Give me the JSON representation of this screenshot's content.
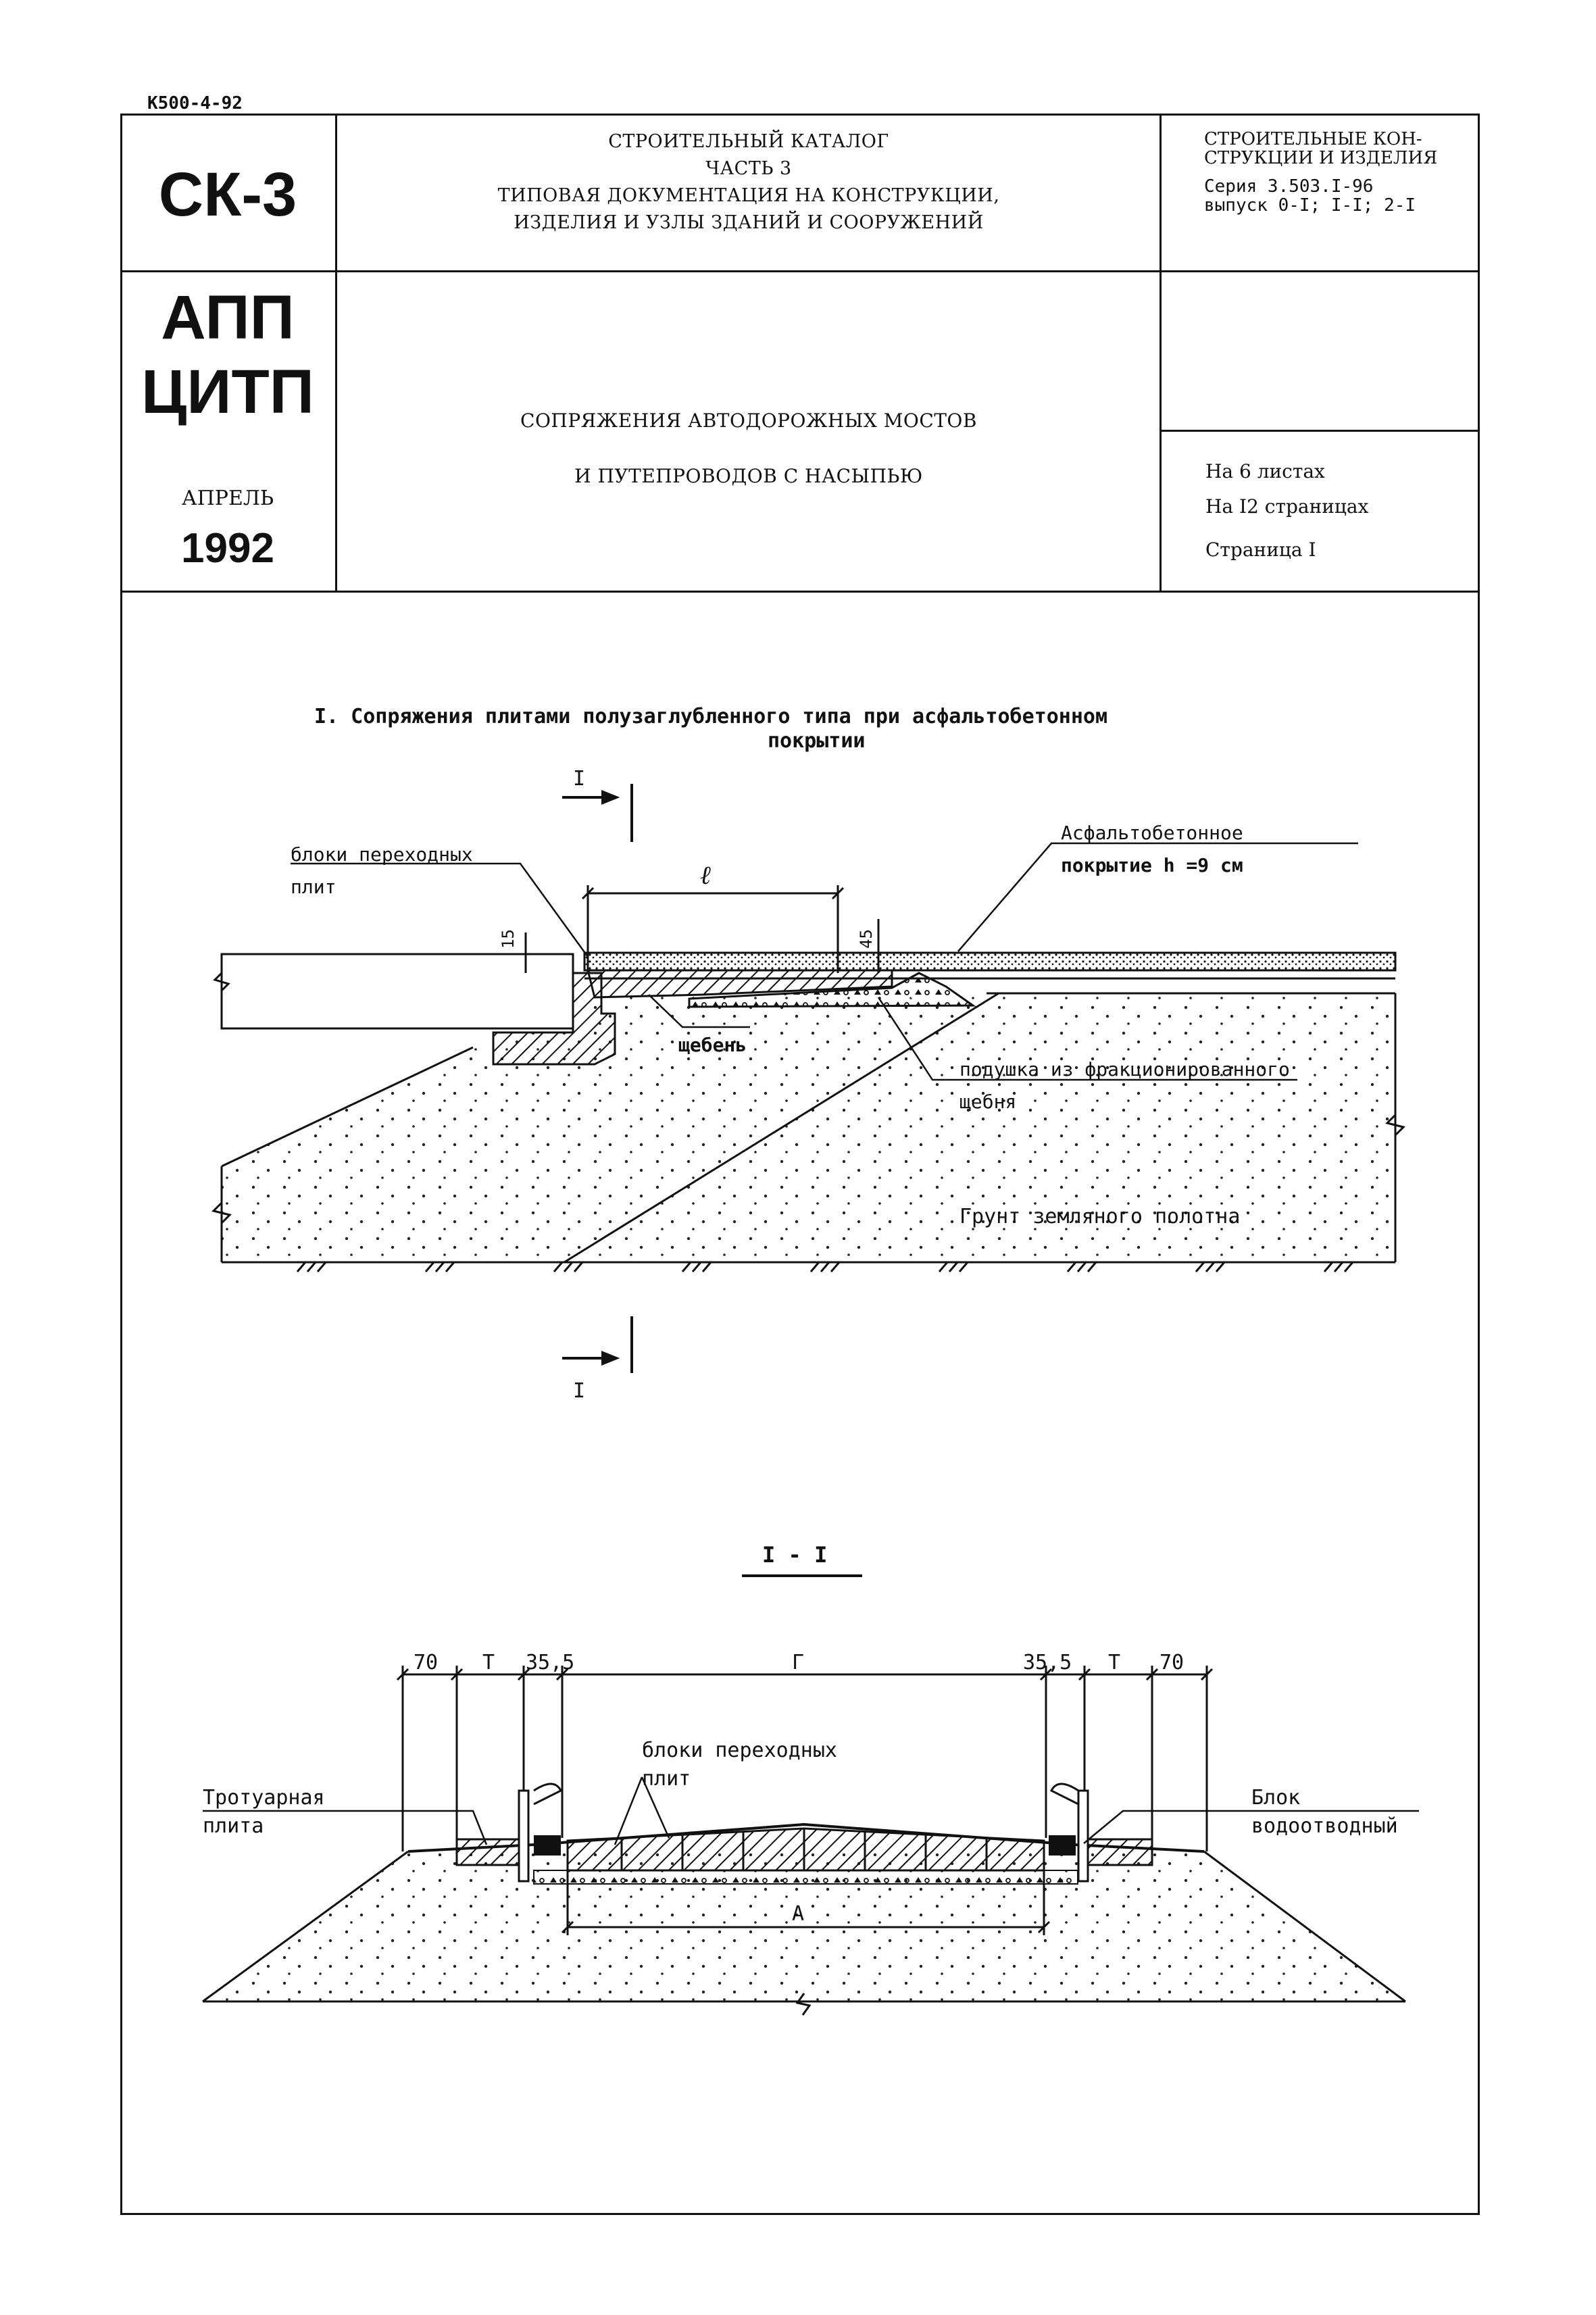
{
  "doc_code": "К500-4-92",
  "stamp": {
    "series_code": "СК-3",
    "org_line1": "АПП",
    "org_line2": "ЦИТП",
    "month": "АПРЕЛЬ",
    "year": "1992"
  },
  "header": {
    "catalog_lines": [
      "СТРОИТЕЛЬНЫЙ КАТАЛОГ",
      "ЧАСТЬ 3",
      "ТИПОВАЯ ДОКУМЕНТАЦИЯ НА КОНСТРУКЦИИ,",
      "ИЗДЕЛИЯ И УЗЛЫ ЗДАНИЙ И СООРУЖЕНИЙ"
    ],
    "section_lines": [
      "СТРОИТЕЛЬНЫЕ КОН-",
      "СТРУКЦИИ И ИЗДЕЛИЯ",
      "Серия 3.503.I-96",
      "выпуск 0-I; I-I; 2-I"
    ],
    "title_lines": [
      "СОПРЯЖЕНИЯ АВТОДОРОЖНЫХ МОСТОВ",
      "И ПУТЕПРОВОДОВ С НАСЫПЬЮ"
    ],
    "sheets": "На 6  листах",
    "pages": "На I2 страницах",
    "page_no": "Страница  I"
  },
  "drawing1": {
    "title_line1": "I. Сопряжения плитами полузаглубленного типа при асфальтобетонном",
    "title_line2": "покрытии",
    "section_mark": "I",
    "labels": {
      "transition_blocks_1": "блоки переходных",
      "transition_blocks_2": "плит",
      "asphalt_1": "Асфальтобетонное",
      "asphalt_2": "покрытие h =9 см",
      "crushed_stone": "щебень",
      "cushion_1": "подушка из фракционированного",
      "cushion_2": "щебня",
      "ground": "Грунт земляного полотна",
      "dim_l": "ℓ",
      "dim_15": "15",
      "dim_45": "45"
    }
  },
  "drawing2": {
    "title": "I - I",
    "dims": [
      "70",
      "T",
      "35,5",
      "Г",
      "35,5",
      "T",
      "70"
    ],
    "dim_a": "A",
    "labels": {
      "sidewalk_1": "Тротуарная",
      "sidewalk_2": "плита",
      "transition_1": "блоки переходных",
      "transition_2": "плит",
      "drain_1": "Блок",
      "drain_2": "водоотводный"
    }
  }
}
